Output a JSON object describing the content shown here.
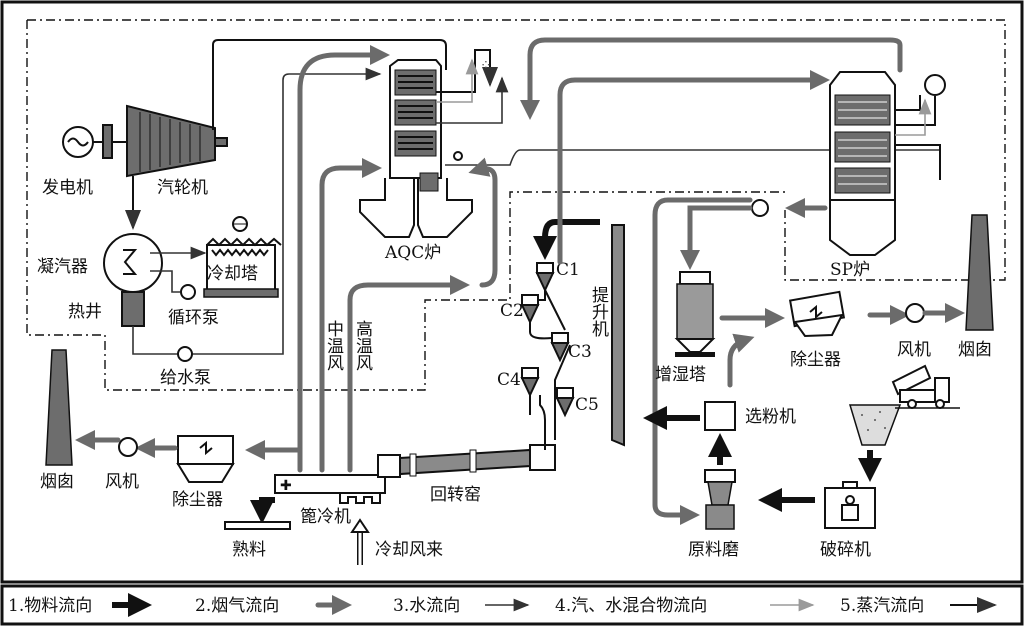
{
  "labels": {
    "generator": "发电机",
    "turbine": "汽轮机",
    "condenser": "凝汽器",
    "cooling_tower": "冷却塔",
    "hotwell": "热井",
    "circulating_pump": "循环泵",
    "feed_pump": "给水泵",
    "mid_temp_air": "中温风",
    "high_temp_air": "高温风",
    "aqc_boiler": "AQC炉",
    "c1": "C1",
    "c2": "C2",
    "c3": "C3",
    "c4": "C4",
    "c5": "C5",
    "elevator": "提升机",
    "humidifier": "增湿塔",
    "dust_collector_right": "除尘器",
    "fan_right": "风机",
    "chimney_right": "烟囱",
    "sp_boiler": "SP炉",
    "separator": "选粉机",
    "kiln": "回转窑",
    "grate_cooler": "篦冷机",
    "clinker": "熟料",
    "cooling_air": "冷却风来",
    "raw_mill": "原料磨",
    "crusher": "破碎机",
    "dust_collector_left": "除尘器",
    "fan_left": "风机",
    "chimney_left": "烟囱"
  },
  "legend": [
    {
      "label": "1.物料流向",
      "style": "thick-black-arrow",
      "color": "#111111"
    },
    {
      "label": "2.烟气流向",
      "style": "thick-gray-arrow",
      "color": "#6b6b6b"
    },
    {
      "label": "3.水流向",
      "style": "thin-dark-arrow",
      "color": "#333333"
    },
    {
      "label": "4.汽、水混合物流向",
      "style": "thin-light-gray-arrow",
      "color": "#9a9a9a"
    },
    {
      "label": "5.蒸汽流向",
      "style": "thin-black-arrow",
      "color": "#111111"
    }
  ]
}
